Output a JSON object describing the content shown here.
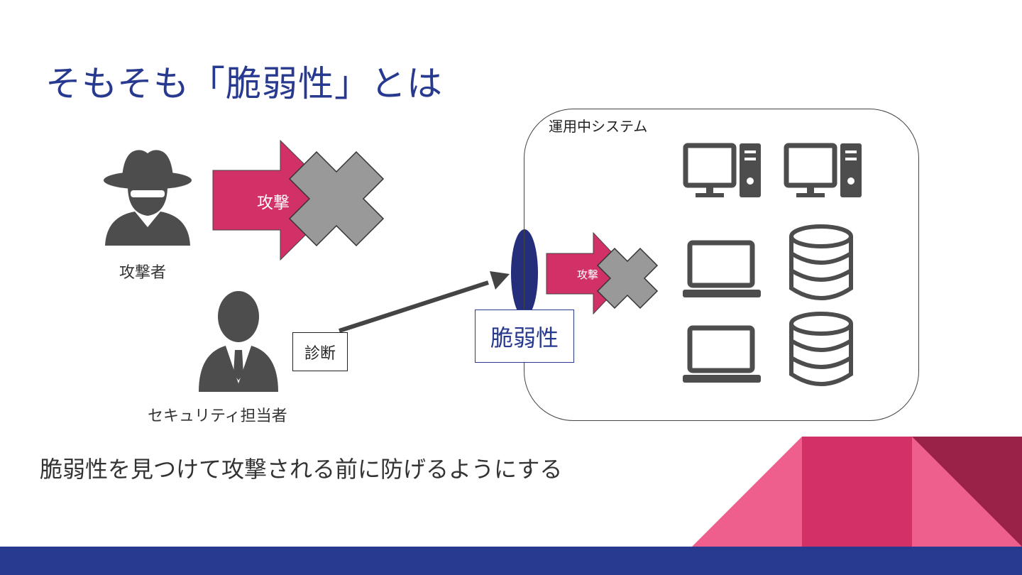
{
  "slide": {
    "title": "そもそも「脆弱性」とは",
    "summary": "脆弱性を見つけて攻撃される前に防げるようにする"
  },
  "attacker": {
    "label": "攻撃者",
    "icon": "spy-icon"
  },
  "security_staff": {
    "label": "セキュリティ担当者",
    "icon": "businessman-icon"
  },
  "attack_big": {
    "label": "攻撃"
  },
  "attack_small": {
    "label": "攻撃"
  },
  "diagnosis": {
    "label": "診断"
  },
  "vulnerability": {
    "label": "脆弱性"
  },
  "system": {
    "label": "運用中システム",
    "devices": [
      "desktop-pc-icon",
      "desktop-pc-icon",
      "laptop-icon",
      "database-icon",
      "laptop-icon",
      "database-icon"
    ]
  },
  "colors": {
    "title": "#283a8f",
    "attack_arrow": "#d13166",
    "block_x": "#999999",
    "vulnerability_oval": "#242e7a",
    "icon": "#4d4d4d",
    "bar": "#283a8f",
    "deco_pink": "#ef5f8d",
    "deco_magenta": "#d13166",
    "deco_maroon": "#9a2249"
  }
}
